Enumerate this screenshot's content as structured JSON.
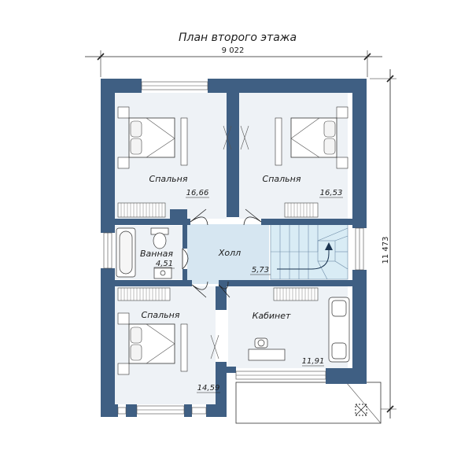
{
  "title": "План второго этажа",
  "dimensions": {
    "width": "9 022",
    "height": "11 473"
  },
  "rooms": [
    {
      "name": "Спальня",
      "area": "16,66"
    },
    {
      "name": "Спальня",
      "area": "16,53"
    },
    {
      "name": "Ванная",
      "area": "4,51"
    },
    {
      "name": "Холл",
      "area": "5,73"
    },
    {
      "name": "Спальня",
      "area": "14,59"
    },
    {
      "name": "Кабинет",
      "area": "11,91"
    }
  ],
  "colors": {
    "wall": "#3f5f83",
    "floor": "#eef2f6",
    "hall": "#d6e6f1",
    "stair": "#d9ecf5",
    "line": "#2b2b2b"
  }
}
